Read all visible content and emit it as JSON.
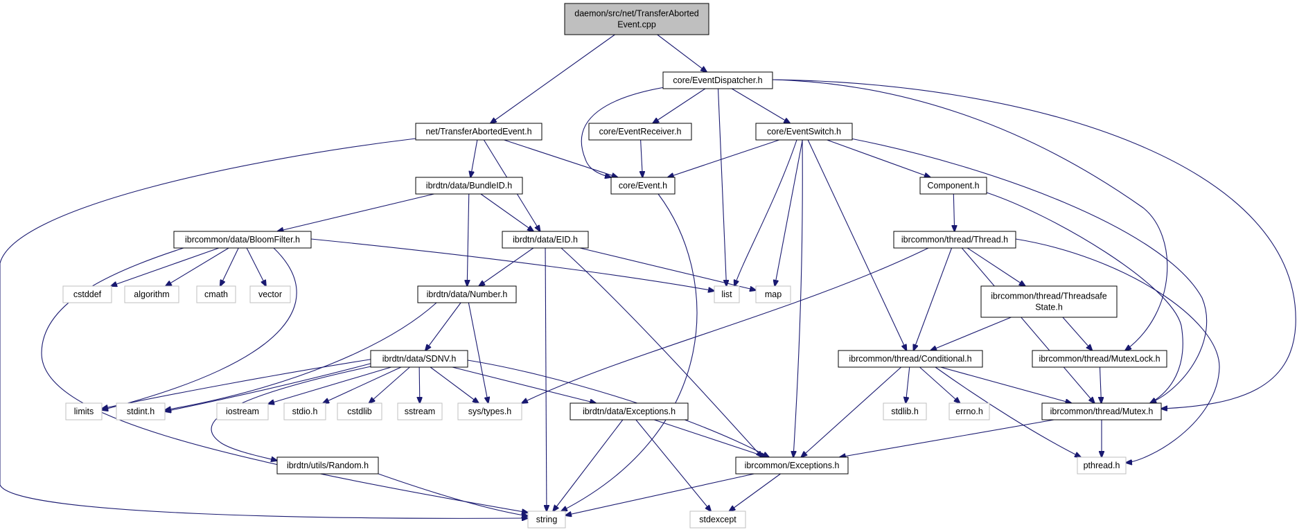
{
  "graph": {
    "nodes": [
      {
        "id": "n0",
        "lines": [
          "daemon/src/net/TransferAborted",
          "Event.cpp"
        ],
        "kind": "main"
      },
      {
        "id": "n1",
        "lines": [
          "core/EventDispatcher.h"
        ],
        "kind": "doc"
      },
      {
        "id": "n2",
        "lines": [
          "net/TransferAbortedEvent.h"
        ],
        "kind": "doc"
      },
      {
        "id": "n3",
        "lines": [
          "core/EventReceiver.h"
        ],
        "kind": "doc"
      },
      {
        "id": "n4",
        "lines": [
          "core/EventSwitch.h"
        ],
        "kind": "doc"
      },
      {
        "id": "n5",
        "lines": [
          "core/Event.h"
        ],
        "kind": "doc"
      },
      {
        "id": "n6",
        "lines": [
          "ibrdtn/data/BundleID.h"
        ],
        "kind": "doc"
      },
      {
        "id": "n7",
        "lines": [
          "Component.h"
        ],
        "kind": "doc"
      },
      {
        "id": "n8",
        "lines": [
          "ibrcommon/data/BloomFilter.h"
        ],
        "kind": "doc"
      },
      {
        "id": "n9",
        "lines": [
          "ibrdtn/data/EID.h"
        ],
        "kind": "doc"
      },
      {
        "id": "n10",
        "lines": [
          "ibrcommon/thread/Thread.h"
        ],
        "kind": "doc"
      },
      {
        "id": "n11",
        "lines": [
          "cstddef"
        ],
        "kind": "sys"
      },
      {
        "id": "n12",
        "lines": [
          "algorithm"
        ],
        "kind": "sys"
      },
      {
        "id": "n13",
        "lines": [
          "cmath"
        ],
        "kind": "sys"
      },
      {
        "id": "n14",
        "lines": [
          "vector"
        ],
        "kind": "sys"
      },
      {
        "id": "n15",
        "lines": [
          "list"
        ],
        "kind": "sys"
      },
      {
        "id": "n16",
        "lines": [
          "map"
        ],
        "kind": "sys"
      },
      {
        "id": "n17",
        "lines": [
          "ibrdtn/data/Number.h"
        ],
        "kind": "doc"
      },
      {
        "id": "n18",
        "lines": [
          "ibrcommon/thread/Threadsafe",
          "State.h"
        ],
        "kind": "doc"
      },
      {
        "id": "n19",
        "lines": [
          "ibrdtn/data/SDNV.h"
        ],
        "kind": "doc"
      },
      {
        "id": "n20",
        "lines": [
          "ibrcommon/thread/Conditional.h"
        ],
        "kind": "doc"
      },
      {
        "id": "n21",
        "lines": [
          "ibrcommon/thread/MutexLock.h"
        ],
        "kind": "doc"
      },
      {
        "id": "n22",
        "lines": [
          "limits"
        ],
        "kind": "sys"
      },
      {
        "id": "n23",
        "lines": [
          "stdint.h"
        ],
        "kind": "sys"
      },
      {
        "id": "n24",
        "lines": [
          "iostream"
        ],
        "kind": "sys"
      },
      {
        "id": "n25",
        "lines": [
          "stdio.h"
        ],
        "kind": "sys"
      },
      {
        "id": "n26",
        "lines": [
          "cstdlib"
        ],
        "kind": "sys"
      },
      {
        "id": "n27",
        "lines": [
          "sstream"
        ],
        "kind": "sys"
      },
      {
        "id": "n28",
        "lines": [
          "sys/types.h"
        ],
        "kind": "sys"
      },
      {
        "id": "n29",
        "lines": [
          "ibrdtn/data/Exceptions.h"
        ],
        "kind": "doc"
      },
      {
        "id": "n30",
        "lines": [
          "stdlib.h"
        ],
        "kind": "sys"
      },
      {
        "id": "n31",
        "lines": [
          "errno.h"
        ],
        "kind": "sys"
      },
      {
        "id": "n32",
        "lines": [
          "ibrcommon/thread/Mutex.h"
        ],
        "kind": "doc"
      },
      {
        "id": "n33",
        "lines": [
          "ibrdtn/utils/Random.h"
        ],
        "kind": "doc"
      },
      {
        "id": "n34",
        "lines": [
          "ibrcommon/Exceptions.h"
        ],
        "kind": "doc"
      },
      {
        "id": "n35",
        "lines": [
          "pthread.h"
        ],
        "kind": "sys"
      },
      {
        "id": "n36",
        "lines": [
          "string"
        ],
        "kind": "sys"
      },
      {
        "id": "n37",
        "lines": [
          "stdexcept"
        ],
        "kind": "sys"
      }
    ],
    "edges": [
      [
        "n0",
        "n1"
      ],
      [
        "n0",
        "n2"
      ],
      [
        "n1",
        "n3"
      ],
      [
        "n1",
        "n4"
      ],
      [
        "n1",
        "n5"
      ],
      [
        "n1",
        "n15"
      ],
      [
        "n1",
        "n21"
      ],
      [
        "n1",
        "n32"
      ],
      [
        "n2",
        "n6"
      ],
      [
        "n2",
        "n9"
      ],
      [
        "n2",
        "n5"
      ],
      [
        "n2",
        "n36"
      ],
      [
        "n3",
        "n5"
      ],
      [
        "n4",
        "n5"
      ],
      [
        "n4",
        "n7"
      ],
      [
        "n4",
        "n15"
      ],
      [
        "n4",
        "n16"
      ],
      [
        "n4",
        "n20"
      ],
      [
        "n4",
        "n34"
      ],
      [
        "n4",
        "n32"
      ],
      [
        "n5",
        "n36"
      ],
      [
        "n6",
        "n8"
      ],
      [
        "n6",
        "n9"
      ],
      [
        "n6",
        "n17"
      ],
      [
        "n7",
        "n10"
      ],
      [
        "n7",
        "n32"
      ],
      [
        "n8",
        "n11"
      ],
      [
        "n8",
        "n12"
      ],
      [
        "n8",
        "n13"
      ],
      [
        "n8",
        "n14"
      ],
      [
        "n8",
        "n15"
      ],
      [
        "n8",
        "n22"
      ],
      [
        "n8",
        "n36"
      ],
      [
        "n9",
        "n16"
      ],
      [
        "n9",
        "n17"
      ],
      [
        "n9",
        "n34"
      ],
      [
        "n9",
        "n36"
      ],
      [
        "n10",
        "n18"
      ],
      [
        "n10",
        "n20"
      ],
      [
        "n10",
        "n32"
      ],
      [
        "n10",
        "n28"
      ],
      [
        "n10",
        "n35"
      ],
      [
        "n17",
        "n19"
      ],
      [
        "n17",
        "n28"
      ],
      [
        "n17",
        "n23"
      ],
      [
        "n18",
        "n20"
      ],
      [
        "n18",
        "n21"
      ],
      [
        "n19",
        "n22"
      ],
      [
        "n19",
        "n23"
      ],
      [
        "n19",
        "n24"
      ],
      [
        "n19",
        "n25"
      ],
      [
        "n19",
        "n26"
      ],
      [
        "n19",
        "n27"
      ],
      [
        "n19",
        "n28"
      ],
      [
        "n19",
        "n29"
      ],
      [
        "n19",
        "n33"
      ],
      [
        "n19",
        "n34"
      ],
      [
        "n20",
        "n30"
      ],
      [
        "n20",
        "n31"
      ],
      [
        "n20",
        "n32"
      ],
      [
        "n20",
        "n34"
      ],
      [
        "n20",
        "n35"
      ],
      [
        "n21",
        "n32"
      ],
      [
        "n29",
        "n34"
      ],
      [
        "n29",
        "n36"
      ],
      [
        "n29",
        "n37"
      ],
      [
        "n32",
        "n34"
      ],
      [
        "n32",
        "n35"
      ],
      [
        "n33",
        "n36"
      ],
      [
        "n34",
        "n36"
      ],
      [
        "n34",
        "n37"
      ]
    ]
  }
}
